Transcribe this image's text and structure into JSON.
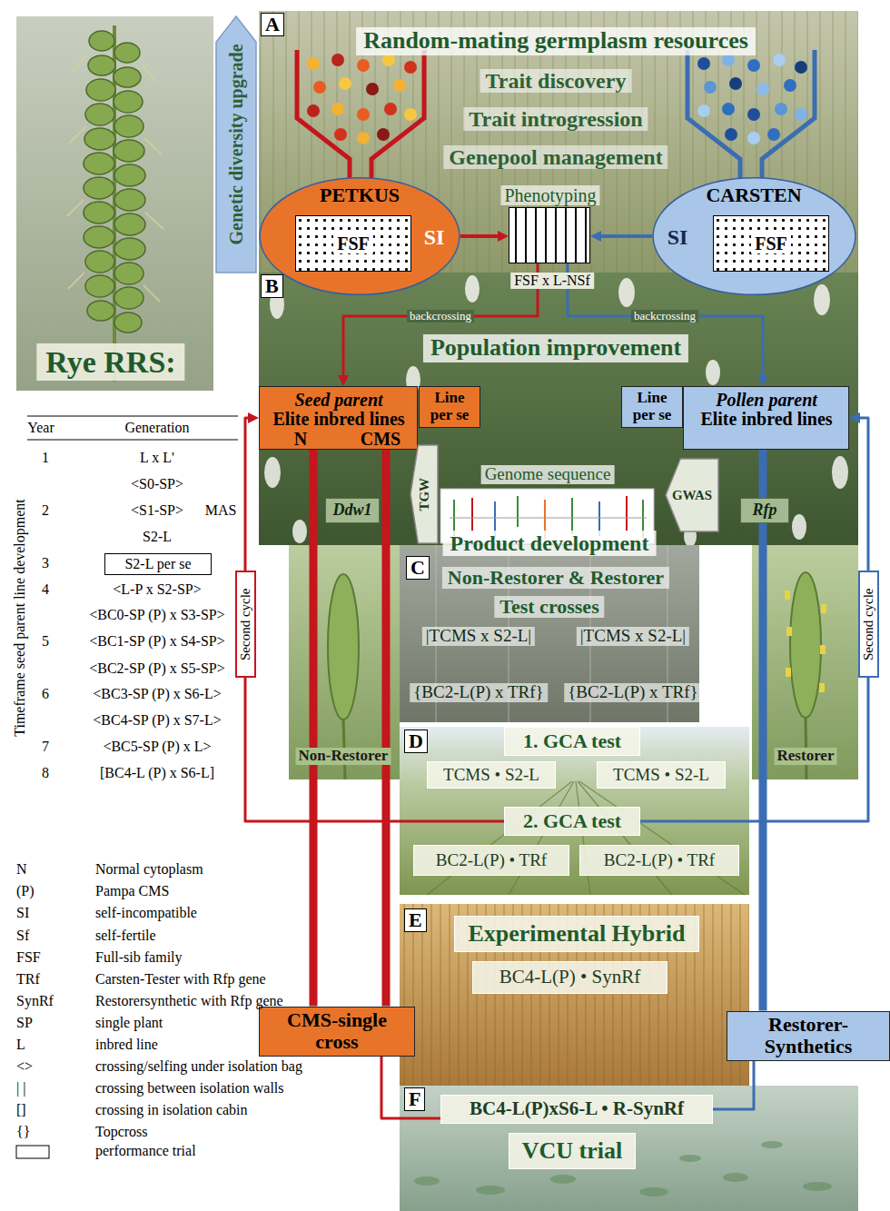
{
  "diagram": {
    "nodes": [
      {
        "text": [
          "Genetic diversity upgrade"
        ]
      },
      {
        "text": [
          "A",
          "Random-mating germplasm resources",
          "Trait discovery",
          "Trait introgression",
          "Genepool management"
        ]
      },
      {
        "text": [
          "PETKUS",
          "SI"
        ],
        "in": 1
      },
      {
        "text": [
          "FSF"
        ],
        "in": 2
      },
      {
        "text": [
          "Phenotyping"
        ],
        "in": 1
      },
      {
        "text": [
          "CARSTEN",
          "SI"
        ],
        "in": 1
      },
      {
        "text": [
          "FSF"
        ],
        "in": 5
      },
      {
        "text": [
          "B",
          "Population improvement",
          "Genome sequence"
        ]
      },
      {
        "text": [
          "Seed parent",
          "Elite inbred lines",
          "N",
          "CMS"
        ],
        "in": 7
      },
      {
        "text": [
          "Line per se"
        ],
        "in": 7
      },
      {
        "text": [
          "Line per se"
        ],
        "in": 7
      },
      {
        "text": [
          "Pollen parent",
          "Elite inbred lines"
        ],
        "in": 7
      },
      {
        "text": [
          "TGW"
        ],
        "in": 7
      },
      {
        "text": [
          "GWAS"
        ],
        "in": 7
      },
      {
        "text": [
          "Ddw1"
        ],
        "in": 7
      },
      {
        "text": [
          "Rfp"
        ],
        "in": 7
      },
      {
        "text": [
          "Second cycle"
        ]
      },
      {
        "text": [
          "Second cycle"
        ]
      },
      {
        "text": [
          "C",
          "Product development",
          "Non-Restorer & Restorer",
          "Test crosses",
          "|TCMS x S2-L|",
          "|TCMS x S2-L|",
          "{BC2-L(P) x TRf}",
          "{BC2-L(P) x TRf}"
        ]
      },
      {
        "text": [
          "D"
        ]
      },
      {
        "text": [
          "1. GCA test"
        ],
        "in": 19
      },
      {
        "text": [
          "TCMS • S2-L"
        ],
        "in": 19
      },
      {
        "text": [
          "TCMS • S2-L"
        ],
        "in": 19
      },
      {
        "text": [
          "2. GCA test"
        ],
        "in": 19
      },
      {
        "text": [
          "BC2-L(P) • TRf"
        ],
        "in": 19
      },
      {
        "text": [
          "BC2-L(P) • TRf"
        ],
        "in": 19
      },
      {
        "text": [
          "E"
        ]
      },
      {
        "text": [
          "Experimental Hybrid"
        ],
        "in": 26
      },
      {
        "text": [
          "BC4-L(P) • SynRf"
        ],
        "in": 26
      },
      {
        "text": [
          "CMS-single cross"
        ]
      },
      {
        "text": [
          "Restorer-Synthetics"
        ]
      },
      {
        "text": [
          "F"
        ]
      },
      {
        "text": [
          "BC4-L(P)xS6-L • R-SynRf"
        ],
        "in": 31
      },
      {
        "text": [
          "VCU trial"
        ],
        "in": 31
      },
      {
        "text": [
          "S2-L per se"
        ]
      }
    ],
    "edges": [
      {
        "from": 2,
        "to": 4,
        "arrow": "to"
      },
      {
        "from": 5,
        "to": 4,
        "arrow": "to"
      },
      {
        "from": 4,
        "to": 8,
        "label": "backcrossing",
        "arrow": "to"
      },
      {
        "from": 4,
        "to": 11,
        "label": "backcrossing",
        "arrow": "to"
      },
      {
        "from": 8,
        "to": 29,
        "arrow": "none"
      },
      {
        "from": 8,
        "to": 29,
        "arrow": "none"
      },
      {
        "from": 11,
        "to": 30,
        "arrow": "none"
      },
      {
        "from": 23,
        "to": 8,
        "arrow": "to"
      },
      {
        "from": 23,
        "to": 11,
        "arrow": "to"
      },
      {
        "from": 29,
        "to": 32,
        "arrow": "none"
      },
      {
        "from": 30,
        "to": 32,
        "arrow": "none"
      }
    ],
    "labels": [
      "Rye RRS:",
      "FSF x L-NSf",
      "Non-Restorer",
      "Restorer",
      "Year",
      "Generation",
      "Timeframe seed parent line development",
      "1",
      "L x L'",
      "<S0-SP>",
      "2",
      "<S1-SP>",
      "MAS",
      "S2-L",
      "3",
      "4",
      "<L-P x S2-SP>",
      "<BC0-SP (P) x S3-SP>",
      "5",
      "<BC1-SP (P) x S4-SP>",
      "<BC2-SP (P) x S5-SP>",
      "6",
      "<BC3-SP (P) x S6-L>",
      "<BC4-SP (P) x S7-L>",
      "7",
      "<BC5-SP (P) x L>",
      "8",
      "[BC4-L (P) x S6-L]",
      "N",
      "(P)",
      "SI",
      "Sf",
      "FSF",
      "TRf",
      "SynRf",
      "SP",
      "L",
      "<>",
      "| |",
      "[]",
      "{}"
    ],
    "legend": [
      {
        "text": "Normal cytoplasm"
      },
      {
        "text": "Pampa CMS"
      },
      {
        "text": "self-incompatible"
      },
      {
        "text": "self-fertile"
      },
      {
        "text": "Full-sib family"
      },
      {
        "text": "Carsten-Tester with Rfp gene"
      },
      {
        "text": "Restorersynthetic with Rfp gene"
      },
      {
        "text": "single plant"
      },
      {
        "text": "inbred line"
      },
      {
        "text": "crossing/selfing under isolation bag"
      },
      {
        "text": "crossing between isolation walls"
      },
      {
        "text": "crossing in isolation cabin"
      },
      {
        "text": "Topcross"
      },
      {
        "text": "performance trial"
      }
    ]
  }
}
